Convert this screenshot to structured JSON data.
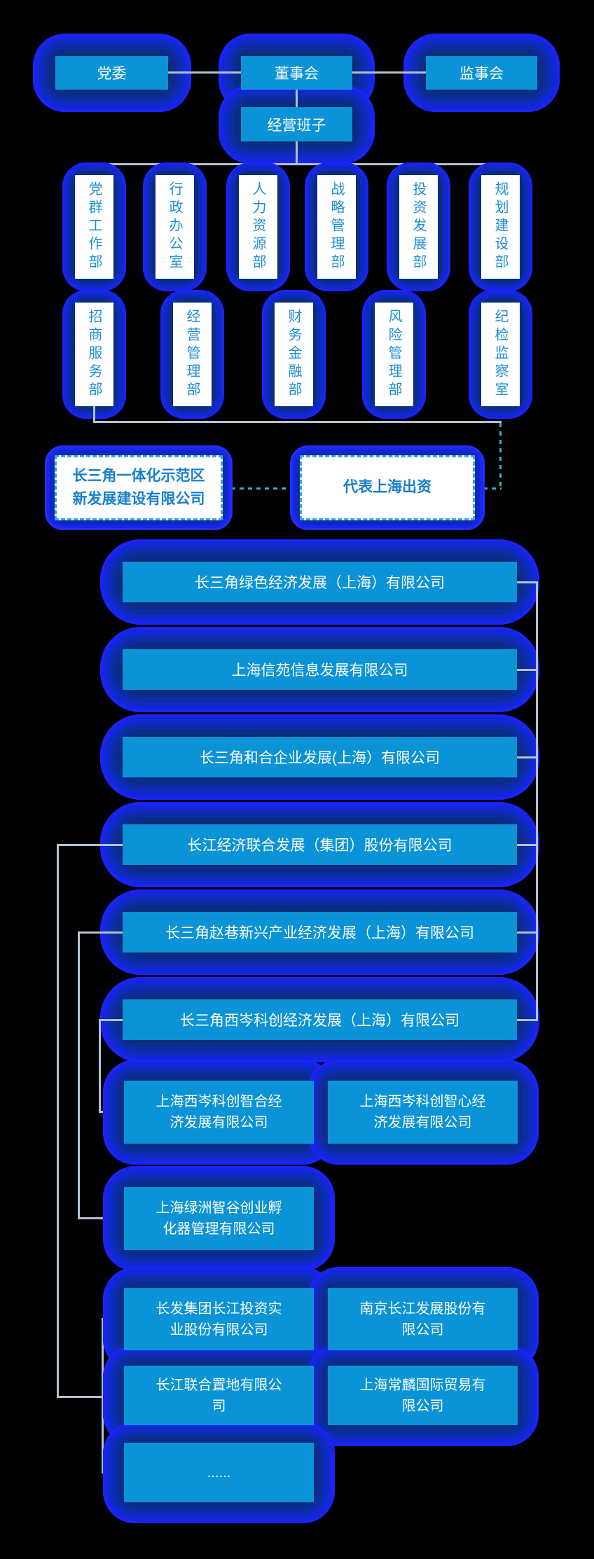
{
  "diagram": {
    "governance": {
      "party_committee": "党委",
      "board": "董事会",
      "supervisory_board": "监事会",
      "management_team": "经营班子"
    },
    "departments_row1": [
      "党群工作部",
      "行政办公室",
      "人力资源部",
      "战略管理部",
      "投资发展部",
      "规划建设部"
    ],
    "departments_row2": [
      "招商服务部",
      "经营管理部",
      "财务金融部",
      "风险管理部",
      "纪检监察室"
    ],
    "parent_company": "长三角一体化示范区\n新发展建设有限公司",
    "funding_note": "代表上海出资",
    "level1_companies": [
      "长三角绿色经济发展（上海）有限公司",
      "上海信苑信息发展有限公司",
      "长三角和合企业发展(上海）有限公司",
      "长江经济联合发展（集团）股份有限公司",
      "长三角赵巷新兴产业经济发展（上海）有限公司",
      "长三角西岑科创经济发展（上海）有限公司"
    ],
    "xicen_subsidiaries": [
      "上海西岑科创智合经\n济发展有限公司",
      "上海西岑科创智心经\n济发展有限公司"
    ],
    "incubator": "上海绿洲智谷创业孵\n化器管理有限公司",
    "changjiang_subsidiaries": [
      "长发集团长江投资实\n业股份有限公司",
      "南京长江发展股份有\n限公司",
      "长江联合置地有限公\n司",
      "上海常麟国际贸易有\n限公司",
      "......"
    ]
  },
  "colors": {
    "background": "#000000",
    "node_fill": "#0a93d6",
    "glow_edge": "#1b24f5",
    "connector": "#b3c2d1",
    "dashed_connector": "#30b4c6",
    "department_text": "#1e8fd8",
    "highlight_text": "#187fd0"
  }
}
